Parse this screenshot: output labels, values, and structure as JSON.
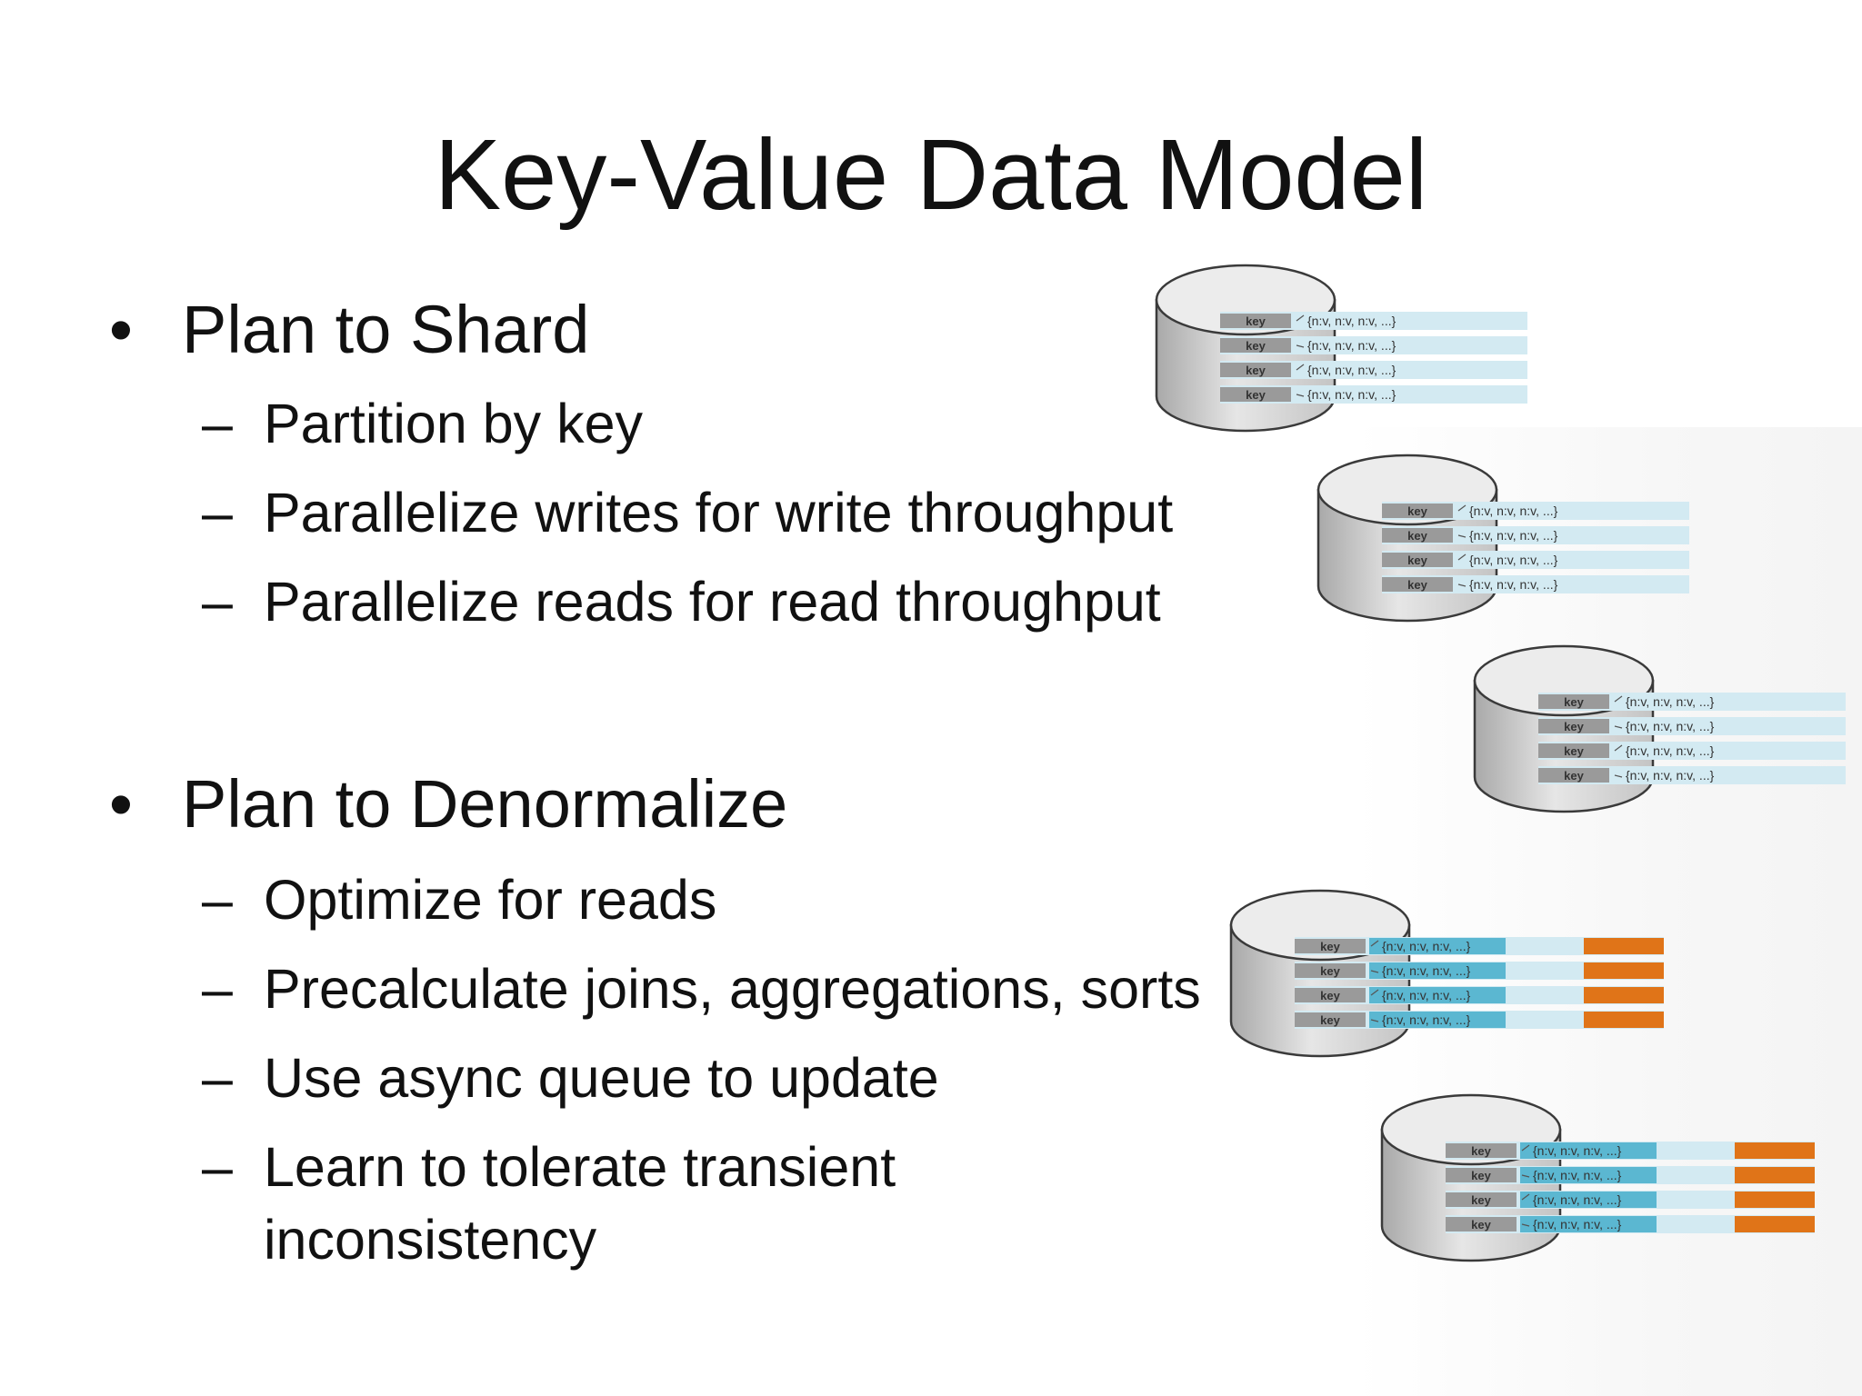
{
  "slide": {
    "title": "Key-Value Data Model",
    "bullets": [
      {
        "marker": "•",
        "text": "Plan to Shard",
        "subitems": [
          "Partition by key",
          "Parallelize writes for write throughput",
          "Parallelize reads for read throughput"
        ]
      },
      {
        "marker": "•",
        "text": "Plan to Denormalize",
        "subitems": [
          "Optimize for reads",
          "Precalculate joins, aggregations, sorts",
          "Use async queue to update",
          "Learn to tolerate transient inconsistency"
        ]
      }
    ],
    "sub_marker": "–"
  },
  "diagram": {
    "key_label": "key",
    "value_label": "{n:v, n:v, n:v, ...}",
    "colors": {
      "disk_top": "#ececec",
      "disk_side": "#c4c4c4",
      "disk_stroke": "#3a3a3a",
      "key_box": "#9a9a9a",
      "row_light": "#d3eaf2",
      "row_blue": "#5bb7d1",
      "row_orange": "#e07418"
    }
  }
}
